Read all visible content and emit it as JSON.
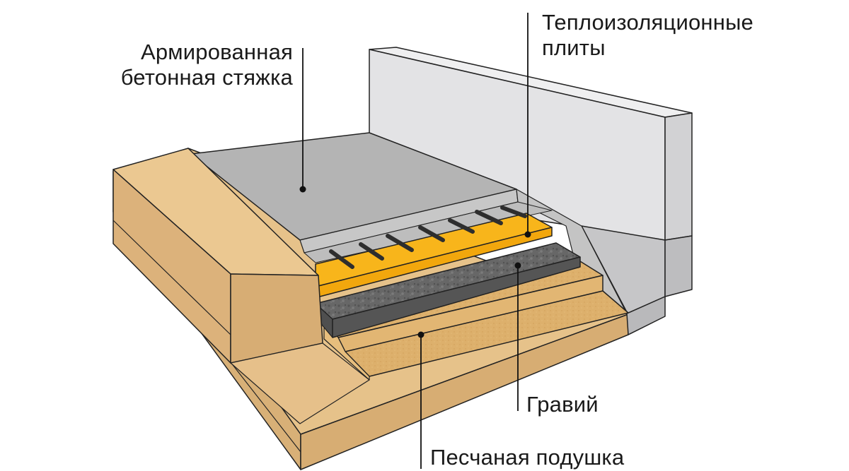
{
  "labels": {
    "screed": [
      "Армированная",
      "бетонная стяжка"
    ],
    "insulation": [
      "Теплоизоляционные",
      "плиты"
    ],
    "gravel": "Гравий",
    "sand": "Песчаная подушка"
  },
  "layers": [
    "foundation-wall",
    "concrete-screed",
    "reinforcement-bars",
    "insulation-boards",
    "gravel-layer",
    "sand-cushion",
    "ground-base"
  ],
  "colors": {
    "wall_light": "#e4e4e6",
    "wall_side": "#d4d4d6",
    "wall_dark": "#bdbdbf",
    "screed_top": "#b3b3b3",
    "screed_side": "#c9c9c9",
    "screed_dark": "#9e9e9e",
    "insulation": "#f6b21a",
    "insulation_front": "#f3a80f",
    "gravel": "#6a6a6a",
    "gravel_dark": "#505050",
    "sand": "#ddb06c",
    "sand_front": "#e6bd7c",
    "wood_top": "#e8c48d",
    "wood_front": "#d9b07a",
    "rebar": "#4d4d4d",
    "leader": "#111111"
  }
}
